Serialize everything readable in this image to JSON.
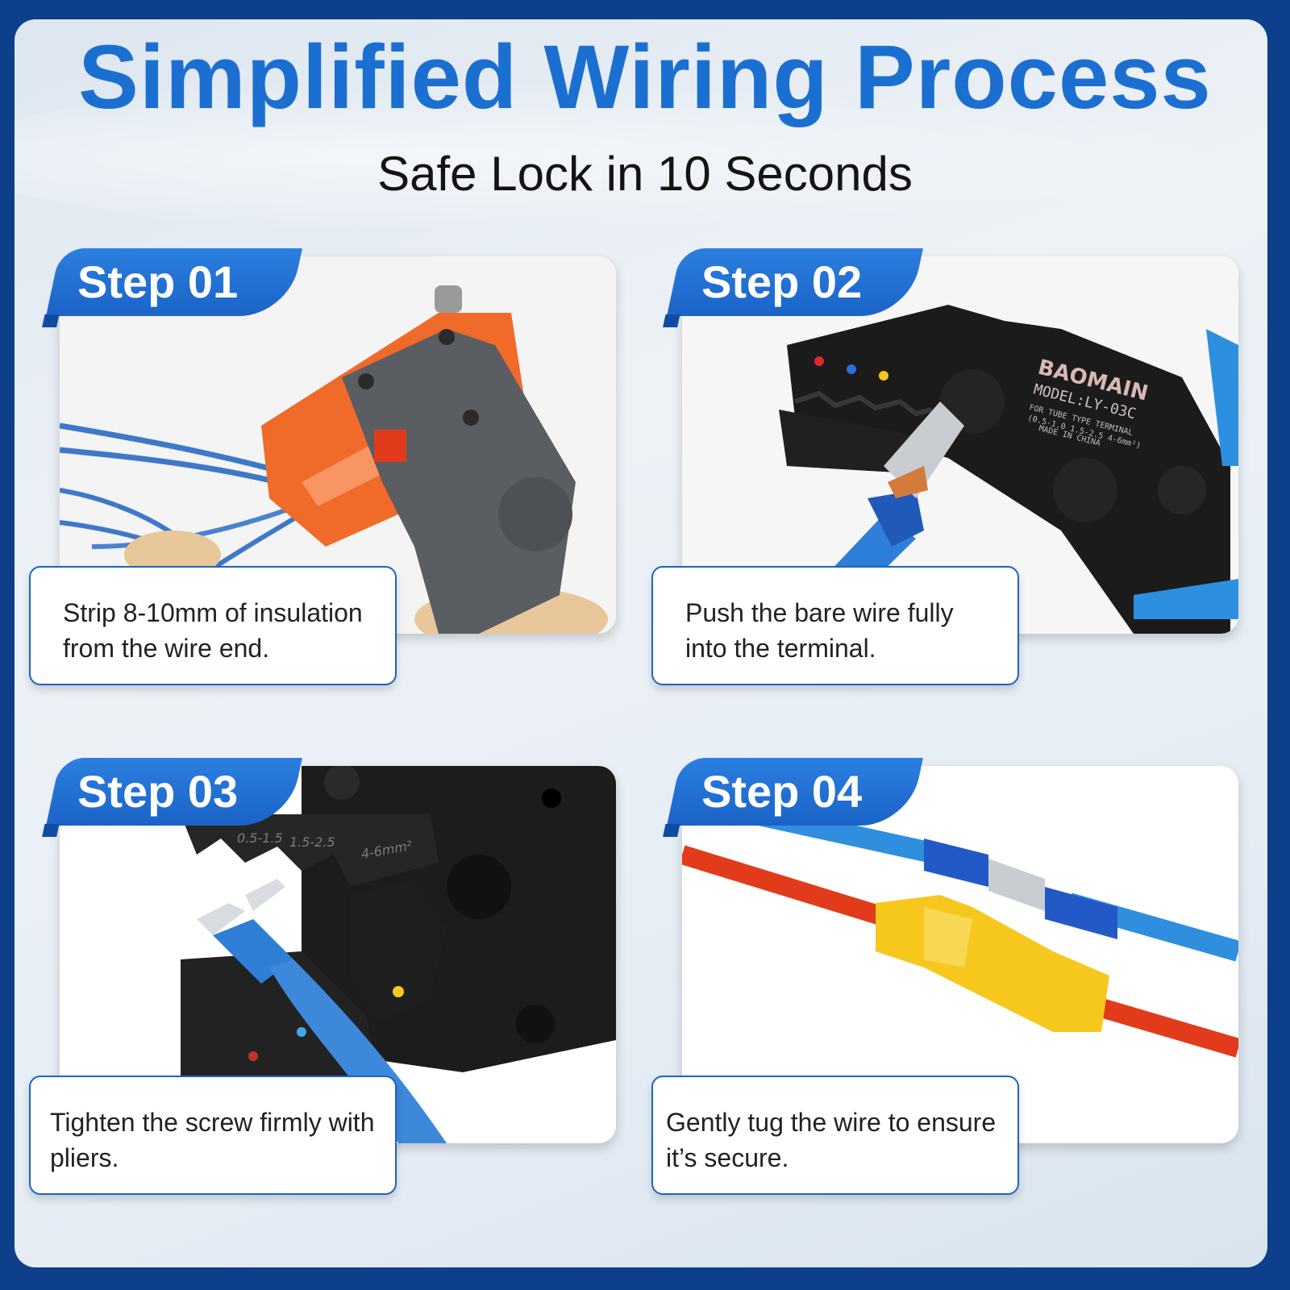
{
  "header": {
    "title": "Simplified Wiring Process",
    "subtitle": "Safe Lock in 10 Seconds"
  },
  "steps": [
    {
      "label": "Step 01",
      "caption": "Strip 8-10mm of insulation from the wire end.",
      "photo": "wire-stripper-icon"
    },
    {
      "label": "Step 02",
      "caption": "Push the bare wire fully into the terminal.",
      "photo": "crimping-tool-icon"
    },
    {
      "label": "Step 03",
      "caption": "Tighten the screw firmly with pliers.",
      "photo": "crimp-jaw-icon"
    },
    {
      "label": "Step 04",
      "caption": "Gently tug the wire to ensure it’s secure.",
      "photo": "connected-wires-icon"
    }
  ],
  "tool": {
    "brand": "BAOMAIN",
    "model": "MODEL:LY-03C",
    "spec_line1": "FOR TUBE TYPE TERMINAL",
    "spec_line2": "(0.5-1.0 1.5-2.5 4-6mm²)",
    "origin": "MADE IN CHINA"
  },
  "jaw_marks": [
    "0.5-1.5",
    "1.5-2.5",
    "4-6mm²"
  ],
  "colors": {
    "accent": "#1b6fd1",
    "tab": "#1b63c7",
    "frame": "#0d3f8a",
    "wire_blue": "#2f7fd6",
    "wire_red": "#e23b1b",
    "connector_yellow": "#f6c81e",
    "tool_orange": "#f06a2a"
  }
}
